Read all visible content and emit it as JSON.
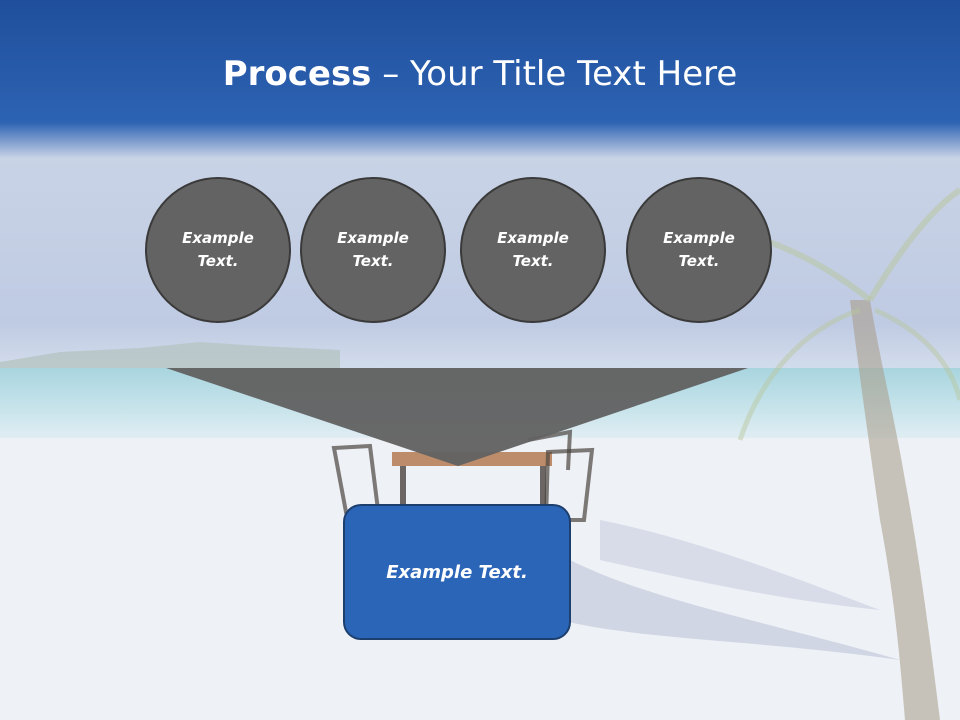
{
  "title": {
    "bold": "Process",
    "rest": " – Your Title Text Here"
  },
  "steps": [
    {
      "line1": "Example",
      "line2": "Text."
    },
    {
      "line1": "Example",
      "line2": "Text."
    },
    {
      "line1": "Example",
      "line2": "Text."
    },
    {
      "line1": "Example",
      "line2": "Text."
    }
  ],
  "result": {
    "label": "Example Text."
  },
  "colors": {
    "header": "#2a5fb0",
    "circle_fill": "#636363",
    "funnel_fill": "#626262",
    "box_fill": "#2b65b8"
  }
}
